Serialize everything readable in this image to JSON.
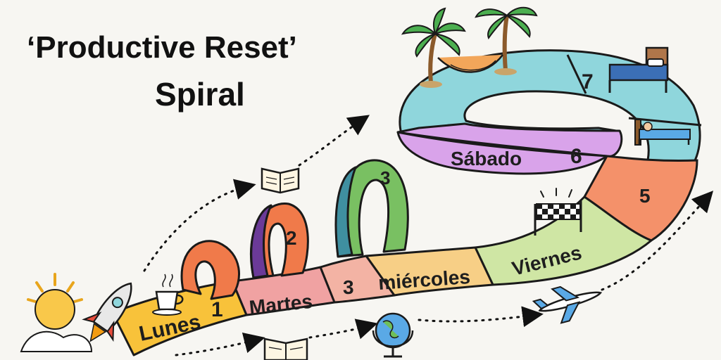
{
  "title": {
    "line1": "‘Productive Reset’",
    "line2": "Spiral"
  },
  "days": {
    "lunes": "Lunes",
    "martes": "Martes",
    "miercoles": "miércoles",
    "viernes": "Viernes",
    "sabado": "Sábado"
  },
  "numbers": {
    "n1": "1",
    "n2": "2",
    "n3a": "3",
    "n3b": "3",
    "n5": "5",
    "n6": "6",
    "n7": "7"
  },
  "icons": [
    "sun-icon",
    "rocket-icon",
    "coffee-cup-icon",
    "book-icon",
    "globe-icon",
    "airplane-icon",
    "finish-flag-icon",
    "palm-tree-icon",
    "hammock-icon",
    "bed-icon"
  ],
  "colors": {
    "yellow": "#f8c23a",
    "orange": "#f07a4a",
    "purple": "#6b3a98",
    "pink": "#f3b3a4",
    "green": "#79c062",
    "teal": "#3f8fa0",
    "peach": "#f7cf86",
    "lime": "#cfe6a4",
    "coral": "#f4916a",
    "cyan": "#8fd6dc",
    "lilac": "#d9a3ea"
  }
}
